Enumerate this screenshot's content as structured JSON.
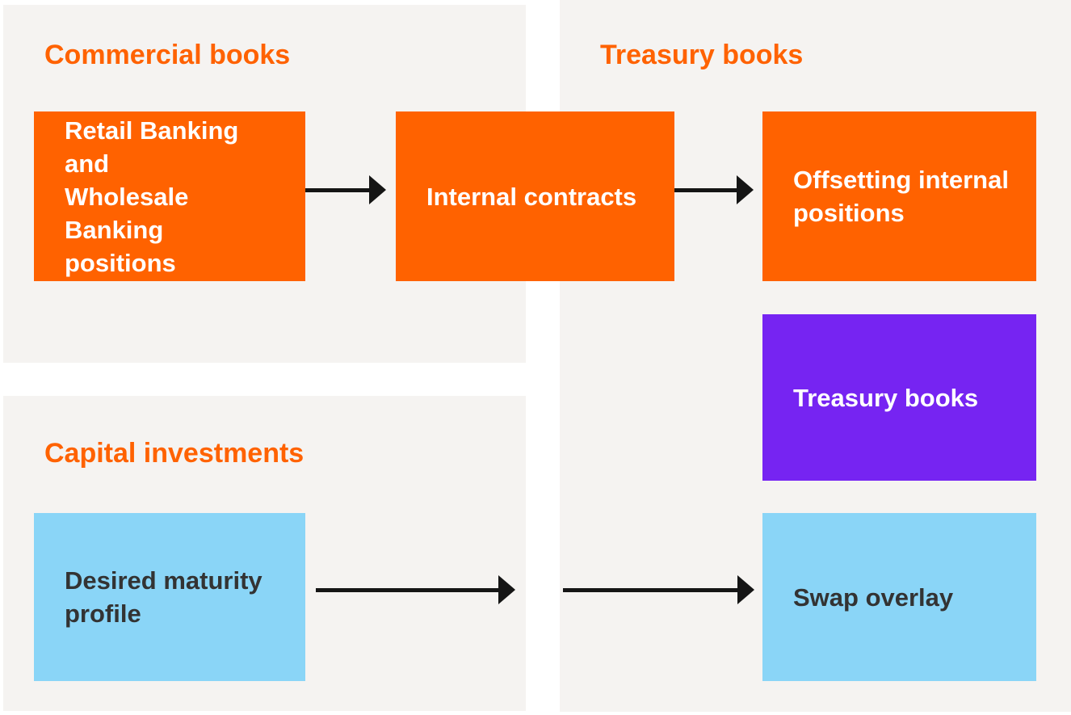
{
  "diagram": {
    "sections": [
      {
        "id": "commercial",
        "title": "Commercial books"
      },
      {
        "id": "treasury",
        "title": "Treasury books"
      },
      {
        "id": "capital",
        "title": "Capital investments"
      }
    ],
    "boxes": {
      "retail": {
        "lines": [
          "Retail Banking and",
          "Wholesale Banking",
          "positions"
        ]
      },
      "internal": {
        "lines": [
          "Internal contracts"
        ]
      },
      "offsetting": {
        "lines": [
          "Offsetting internal",
          "positions"
        ]
      },
      "treasury_books": {
        "lines": [
          "Treasury books"
        ]
      },
      "swap": {
        "lines": [
          "Swap overlay"
        ]
      },
      "desired": {
        "lines": [
          "Desired maturity",
          "profile"
        ]
      }
    },
    "arrows": [
      {
        "from": "Retail Banking and Wholesale Banking positions",
        "to": "Internal contracts"
      },
      {
        "from": "Internal contracts",
        "to": "Offsetting internal positions"
      },
      {
        "from": "Desired maturity profile",
        "to": "Swap overlay"
      }
    ]
  },
  "colors": {
    "orange": "#ff6200",
    "purple": "#7624f2",
    "light-blue": "#8ad5f7",
    "panel-bg": "#f5f3f1",
    "arrow": "#151515",
    "text-dark": "#333333",
    "text-light": "#ffffff"
  }
}
